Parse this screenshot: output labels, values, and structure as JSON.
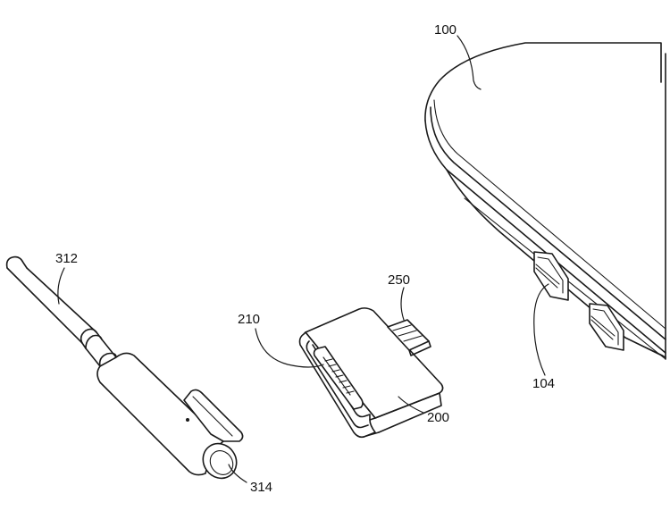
{
  "figure": {
    "reference_numerals": {
      "laptop": "100",
      "laptop_port": "104",
      "adapter": "200",
      "adapter_cavity": "210",
      "adapter_plug": "250",
      "cable": "312",
      "cable_connector": "314"
    }
  }
}
